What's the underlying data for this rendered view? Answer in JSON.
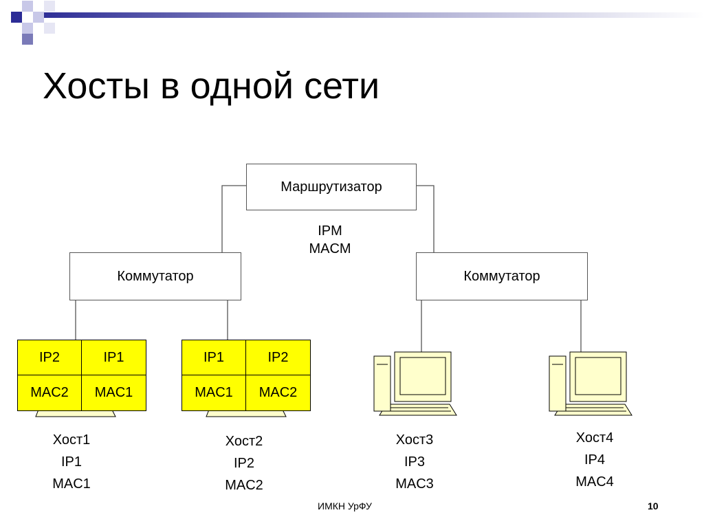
{
  "title": "Хосты в одной сети",
  "router": {
    "label": "Маршрутизатор",
    "ip": "IPM",
    "mac": "MACM"
  },
  "switches": [
    {
      "label": "Коммутатор"
    },
    {
      "label": "Коммутатор"
    }
  ],
  "arp_tables": [
    {
      "cells": [
        [
          "IP2",
          "IP1"
        ],
        [
          "MAC2",
          "MAC1"
        ]
      ]
    },
    {
      "cells": [
        [
          "IP1",
          "IP2"
        ],
        [
          "MAC1",
          "MAC2"
        ]
      ]
    }
  ],
  "hosts": [
    {
      "name": "Хост1",
      "ip": "IP1",
      "mac": "MAC1"
    },
    {
      "name": "Хост2",
      "ip": "IP2",
      "mac": "MAC2"
    },
    {
      "name": "Хост3",
      "ip": "IP3",
      "mac": "MAC3"
    },
    {
      "name": "Хост4",
      "ip": "IP4",
      "mac": "MAC4"
    }
  ],
  "footer": {
    "org": "ИМКН УрФУ",
    "page": "10"
  },
  "colors": {
    "table_fill": "#ffff00",
    "computer_fill": "#ffffcc",
    "accent": "#1a1a8c"
  }
}
